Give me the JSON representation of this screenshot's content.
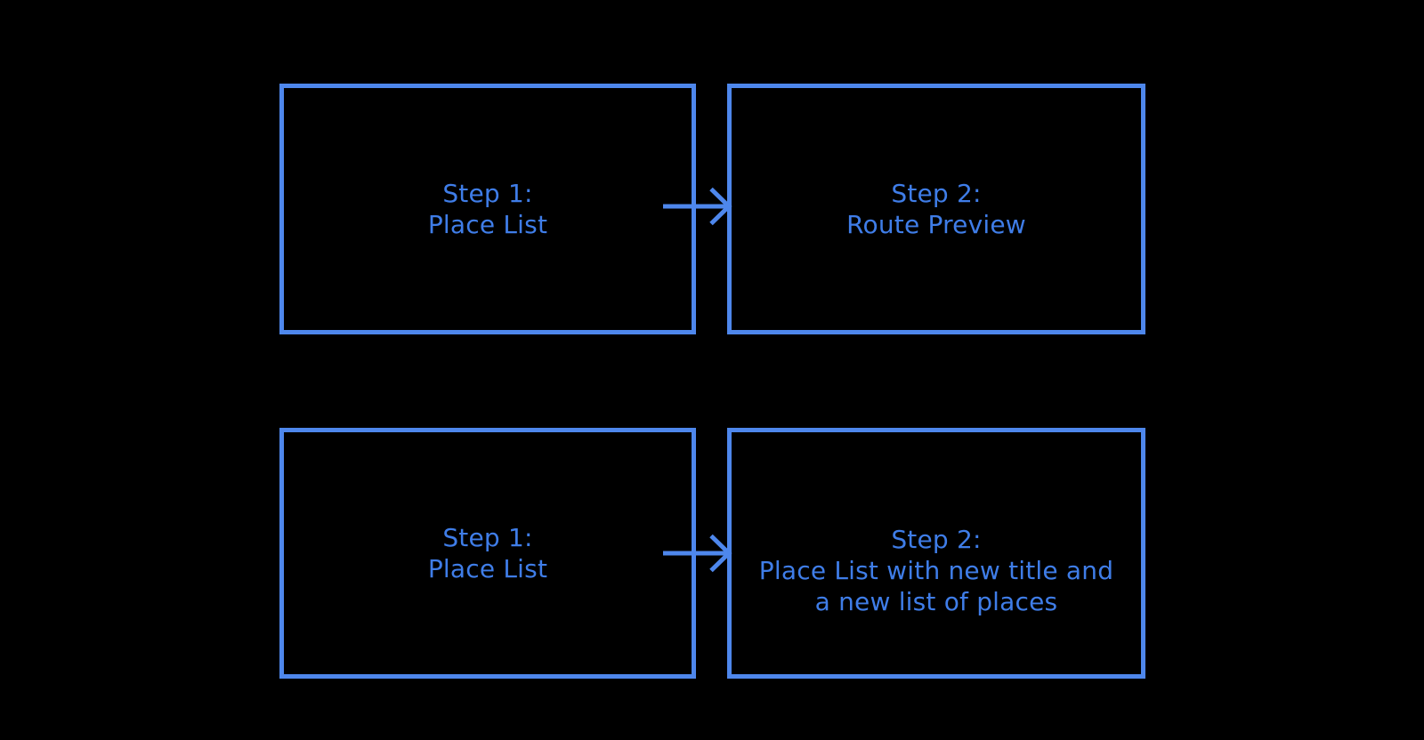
{
  "page": {
    "background": "#000000"
  },
  "diagram": {
    "stroke_color": "#4e87ec",
    "text_color": "#3f7de8",
    "boxes": [
      {
        "id": "top-step-1",
        "lines": [
          "Step 1:",
          "Place List"
        ]
      },
      {
        "id": "top-step-2",
        "lines": [
          "Step 2:",
          "Route Preview"
        ]
      },
      {
        "id": "bottom-step-1",
        "lines": [
          "Step 1:",
          "Place List"
        ]
      },
      {
        "id": "bottom-step-2",
        "lines": [
          "Step 2:",
          "Place List with new title and",
          "a new list of places"
        ]
      }
    ],
    "arrows": [
      {
        "id": "arrow-top",
        "direction": "right"
      },
      {
        "id": "arrow-bottom",
        "direction": "right"
      }
    ]
  }
}
